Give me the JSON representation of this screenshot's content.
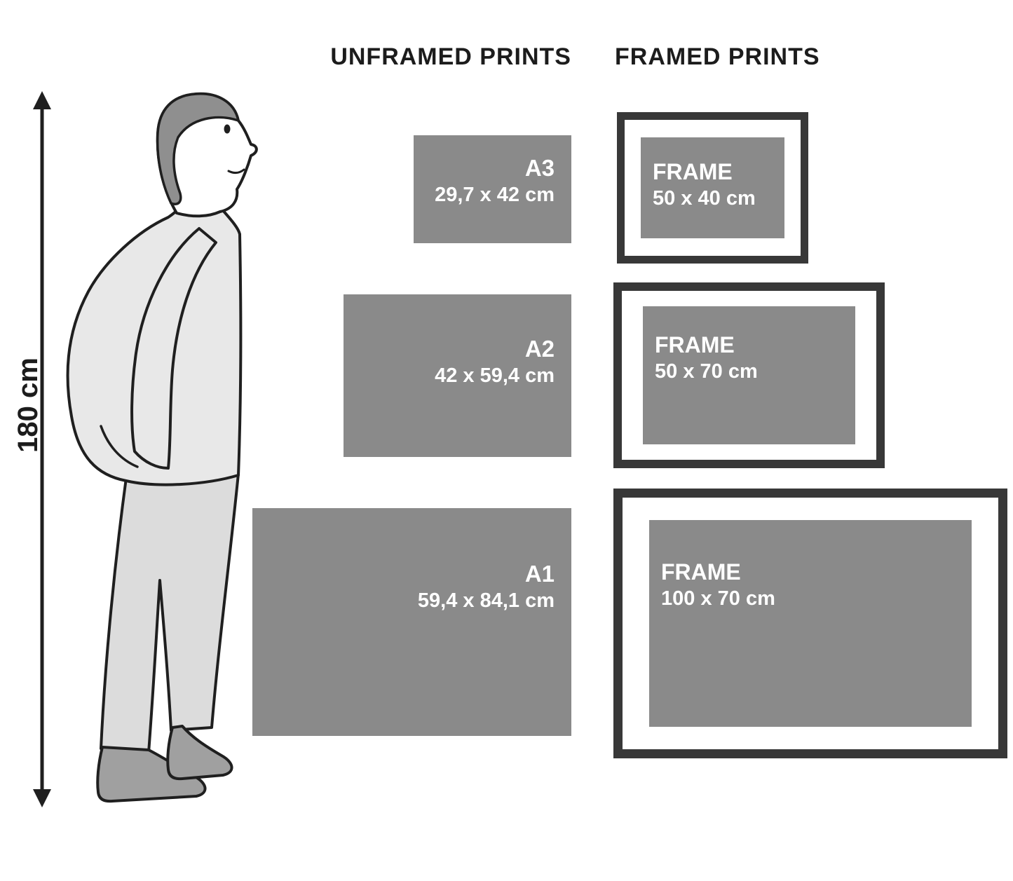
{
  "columns": {
    "unframed_title": "UNFRAMED PRINTS",
    "framed_title": "FRAMED PRINTS"
  },
  "person": {
    "height_label": "180 cm"
  },
  "unframed_prints": [
    {
      "label": "A3",
      "size": "29,7 x 42 cm"
    },
    {
      "label": "A2",
      "size": "42 x 59,4 cm"
    },
    {
      "label": "A1",
      "size": "59,4 x 84,1 cm"
    }
  ],
  "framed_prints": [
    {
      "label": "FRAME",
      "size": "50 x 40 cm"
    },
    {
      "label": "FRAME",
      "size": "50 x 70 cm"
    },
    {
      "label": "FRAME",
      "size": "100 x 70 cm"
    }
  ],
  "colors": {
    "print_fill": "#8a8a8a",
    "frame_border": "#383838",
    "mat": "#ffffff",
    "text_on_print": "#ffffff",
    "heading_text": "#1c1c1c"
  }
}
